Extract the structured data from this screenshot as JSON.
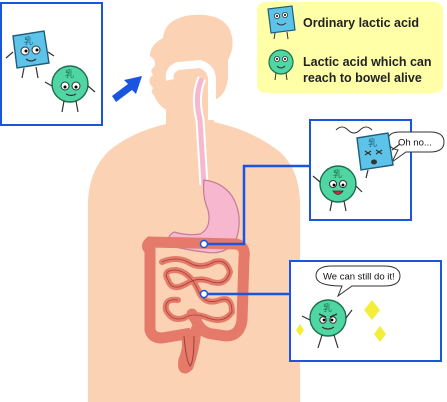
{
  "legend": {
    "ordinary_label": "Ordinary lactic acid",
    "alive_label": "Lactic acid which can reach to bowel alive"
  },
  "bacteria_char": "乳",
  "speech": {
    "stomach": "Oh no...",
    "intestine": "We can still do it!"
  },
  "colors": {
    "ordinary": "#5ec3e8",
    "alive": "#4fd6a3",
    "body": "#fbd2b4",
    "stomach": "#f6b7cf",
    "intestine": "#e57a6a",
    "connector": "#1a55e0",
    "legend_bg": "#ffffa8",
    "sparkle": "#f2ee3a"
  }
}
